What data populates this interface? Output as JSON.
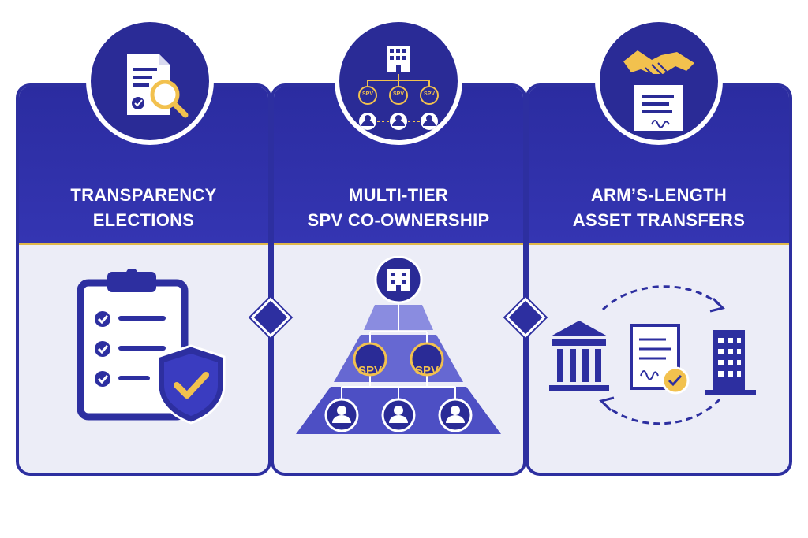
{
  "colors": {
    "primary": "#2d2fa0",
    "accent": "#f2c14e",
    "light_bg": "#ecedf7"
  },
  "panels": [
    {
      "title_line1": "TRANSPARENCY",
      "title_line2": "ELECTIONS",
      "badge_icon": "document-magnifier-icon",
      "illustration_icon": "clipboard-checklist-shield-icon"
    },
    {
      "title_line1": "MULTI-TIER",
      "title_line2": "SPV CO-OWNERSHIP",
      "badge_icon": "building-spv-hierarchy-icon",
      "illustration_icon": "spv-pyramid-icon",
      "spv_label": "SPV"
    },
    {
      "title_line1": "ARM’S-LENGTH",
      "title_line2": "ASSET TRANSFERS",
      "badge_icon": "handshake-contract-icon",
      "illustration_icon": "bank-document-building-cycle-icon"
    }
  ]
}
